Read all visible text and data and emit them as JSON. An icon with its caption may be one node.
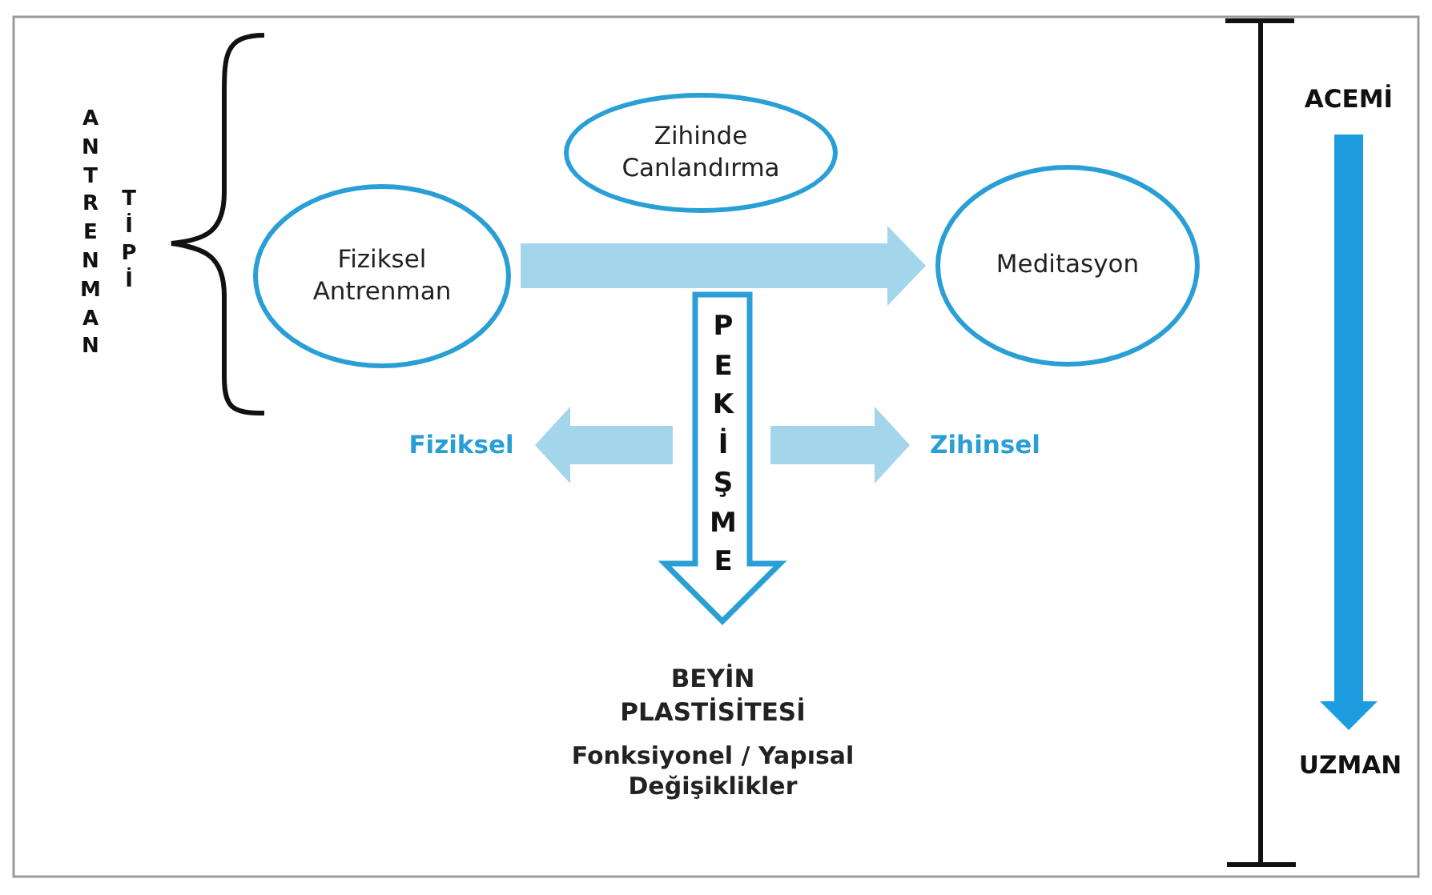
{
  "diagram": {
    "nodes": [
      {
        "text": [
          "Fiziksel Antrenman"
        ]
      },
      {
        "text": [
          "Zihinde Canlandırma"
        ]
      },
      {
        "text": [
          "Meditasyon"
        ]
      },
      {
        "text": [
          "BEYİN PLASTİSİTESİ",
          "Fonksiyonel / Yapısal Değişiklikler"
        ]
      },
      {
        "text": [
          "Fiziksel"
        ]
      },
      {
        "text": [
          "Zihinsel"
        ]
      },
      {
        "text": [
          "ACEMİ"
        ]
      },
      {
        "text": [
          "UZMAN"
        ]
      }
    ],
    "edges": [
      {
        "from": 0,
        "to": 2,
        "arrow": "to",
        "style": "thick"
      },
      {
        "from": null,
        "to": 3,
        "arrow": "to",
        "label": "PEKİŞME",
        "color": "#2a9fd6"
      },
      {
        "from": null,
        "to": 4,
        "arrow": "to",
        "style": "thick"
      },
      {
        "from": null,
        "to": 5,
        "arrow": "to",
        "style": "thick"
      },
      {
        "from": 6,
        "to": 7,
        "arrow": "to",
        "style": "thick",
        "color": "#1d9de0"
      }
    ],
    "labels": [
      "ANTRENMAN",
      "TİPİ"
    ]
  }
}
